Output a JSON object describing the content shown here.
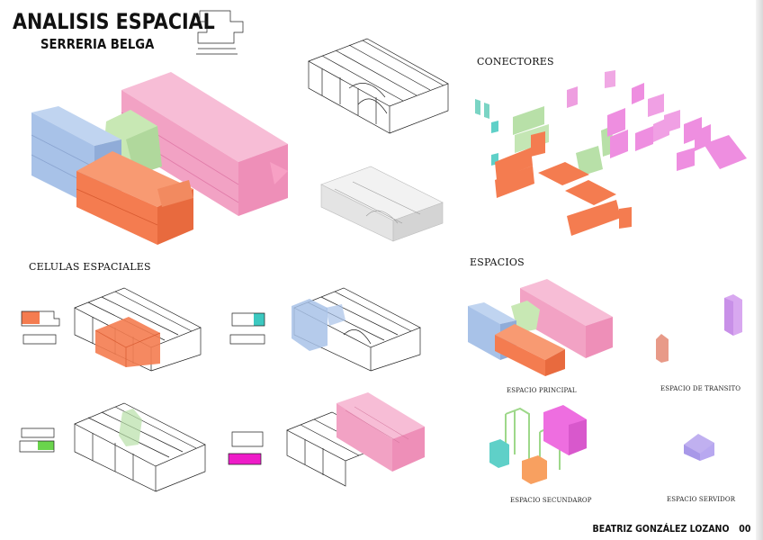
{
  "header": {
    "title": "ANALISIS ESPACIAL",
    "subtitle": "SERRERIA BELGA"
  },
  "sections": {
    "conectores": "CONECTORES",
    "celulas": "CELULAS ESPACIALES",
    "espacios": "ESPACIOS"
  },
  "captions": {
    "principal": "ESPACIO PRINCIPAL",
    "transito": "ESPACIO DE TRANSITO",
    "secundario": "ESPACIO SECUNDAROP",
    "servidor": "ESPACIO SERVIDOR"
  },
  "footer": {
    "author": "BEATRIZ GONZÁLEZ LOZANO",
    "page": "00"
  },
  "colors": {
    "pink": "#f4a7c8",
    "blue": "#a8c2e8",
    "orange": "#f47c50",
    "green": "#b8e0a8",
    "cyan": "#5fd0c8",
    "magenta": "#ee6ee0",
    "violet": "#b8a8f0",
    "salmon": "#e89a88"
  },
  "icons": [
    "plan-diagram-icon",
    "axonometric-wireframe-icon"
  ]
}
